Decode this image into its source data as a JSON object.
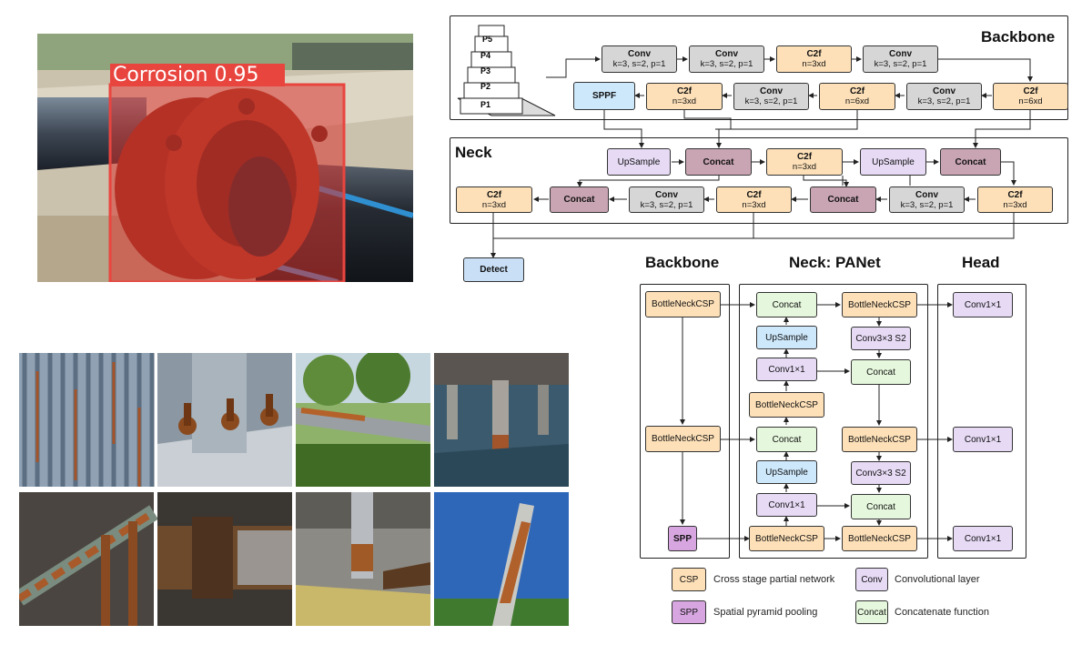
{
  "photo_detection": {
    "label": "Corrosion 0.95"
  },
  "yolov8": {
    "backbone_title": "Backbone",
    "neck_title": "Neck",
    "pyramid_levels": [
      "P5",
      "P4",
      "P3",
      "P2",
      "P1"
    ],
    "backbone_row1": [
      {
        "name": "Conv",
        "params": "k=3, s=2, p=1"
      },
      {
        "name": "Conv",
        "params": "k=3, s=2, p=1"
      },
      {
        "name": "C2f",
        "params": "n=3xd"
      },
      {
        "name": "Conv",
        "params": "k=3, s=2, p=1"
      }
    ],
    "backbone_row2": [
      {
        "name": "SPPF",
        "params": ""
      },
      {
        "name": "C2f",
        "params": "n=3xd"
      },
      {
        "name": "Conv",
        "params": "k=3, s=2, p=1"
      },
      {
        "name": "C2f",
        "params": "n=6xd"
      },
      {
        "name": "Conv",
        "params": "k=3, s=2, p=1"
      },
      {
        "name": "C2f",
        "params": "n=6xd"
      }
    ],
    "neck_row1": [
      {
        "name": "UpSample",
        "params": ""
      },
      {
        "name": "Concat",
        "params": ""
      },
      {
        "name": "C2f",
        "params": "n=3xd"
      },
      {
        "name": "UpSample",
        "params": ""
      },
      {
        "name": "Concat",
        "params": ""
      }
    ],
    "neck_row2": [
      {
        "name": "C2f",
        "params": "n=3xd"
      },
      {
        "name": "Concat",
        "params": ""
      },
      {
        "name": "Conv",
        "params": "k=3, s=2, p=1"
      },
      {
        "name": "C2f",
        "params": "n=3xd"
      },
      {
        "name": "Concat",
        "params": ""
      },
      {
        "name": "Conv",
        "params": "k=3, s=2, p=1"
      },
      {
        "name": "C2f",
        "params": "n=3xd"
      }
    ],
    "detect": "Detect"
  },
  "yolov5": {
    "col_backbone": "Backbone",
    "col_neck": "Neck: PANet",
    "col_head": "Head",
    "backbone": [
      "BottleNeckCSP",
      "BottleNeckCSP",
      "SPP"
    ],
    "neck_left": [
      "Concat",
      "UpSample",
      "Conv1×1",
      "BottleNeckCSP",
      "Concat",
      "UpSample",
      "Conv1×1",
      "BottleNeckCSP"
    ],
    "neck_right": [
      "BottleNeckCSP",
      "Conv3×3 S2",
      "Concat",
      "BottleNeckCSP",
      "Conv3×3 S2",
      "Concat",
      "BottleNeckCSP"
    ],
    "head": [
      "Conv1×1",
      "Conv1×1",
      "Conv1×1"
    ]
  },
  "legend": [
    {
      "swatch": "CSP",
      "text": "Cross stage partial network",
      "color": "#fde0b8"
    },
    {
      "swatch": "Conv",
      "text": "Convolutional layer",
      "color": "#e6daf4"
    },
    {
      "swatch": "SPP",
      "text": "Spatial pyramid pooling",
      "color": "#d7a6e0"
    },
    {
      "swatch": "Concat",
      "text": "Concatenate function",
      "color": "#e5f7dc"
    }
  ]
}
